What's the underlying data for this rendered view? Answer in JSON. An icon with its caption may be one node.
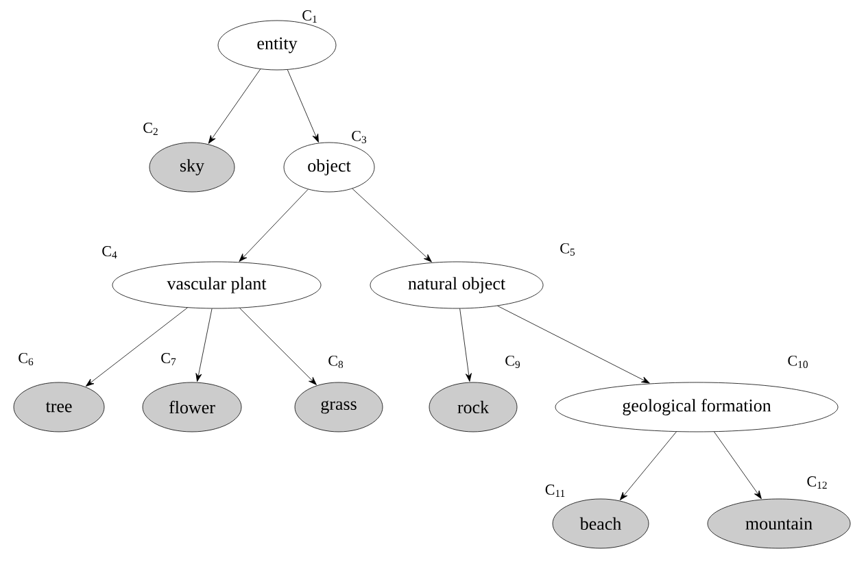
{
  "diagram": {
    "nodes": [
      {
        "text": [
          "entity"
        ],
        "beside": [
          "C$_{1}$"
        ]
      },
      {
        "text": [
          "sky"
        ],
        "beside": [
          "C$_{2}$"
        ]
      },
      {
        "text": [
          "object"
        ],
        "beside": [
          "C$_{3}$"
        ]
      },
      {
        "text": [
          "vascular plant"
        ],
        "beside": [
          "C$_{4}$"
        ]
      },
      {
        "text": [
          "natural object"
        ],
        "beside": [
          "C$_{5}$"
        ]
      },
      {
        "text": [
          "tree"
        ],
        "beside": [
          "C$_{6}$"
        ]
      },
      {
        "text": [
          "flower"
        ],
        "beside": [
          "C$_{7}$"
        ]
      },
      {
        "text": [
          "grass"
        ],
        "beside": [
          "C$_{8}$"
        ]
      },
      {
        "text": [
          "rock"
        ],
        "beside": [
          "C$_{9}$"
        ]
      },
      {
        "text": [
          "geological formation"
        ],
        "beside": [
          "C$_{10}$"
        ]
      },
      {
        "text": [
          "beach"
        ],
        "beside": [
          "C$_{11}$"
        ]
      },
      {
        "text": [
          "mountain"
        ],
        "beside": [
          "C$_{12}$"
        ]
      }
    ],
    "edges": [
      {
        "from": 0,
        "to": 1,
        "arrow": "to"
      },
      {
        "from": 0,
        "to": 2,
        "arrow": "to"
      },
      {
        "from": 2,
        "to": 3,
        "arrow": "to"
      },
      {
        "from": 2,
        "to": 4,
        "arrow": "to"
      },
      {
        "from": 3,
        "to": 5,
        "arrow": "to"
      },
      {
        "from": 3,
        "to": 6,
        "arrow": "to"
      },
      {
        "from": 3,
        "to": 7,
        "arrow": "to"
      },
      {
        "from": 4,
        "to": 8,
        "arrow": "to"
      },
      {
        "from": 4,
        "to": 9,
        "arrow": "to"
      },
      {
        "from": 9,
        "to": 10,
        "arrow": "to"
      },
      {
        "from": 9,
        "to": 11,
        "arrow": "to"
      }
    ]
  }
}
